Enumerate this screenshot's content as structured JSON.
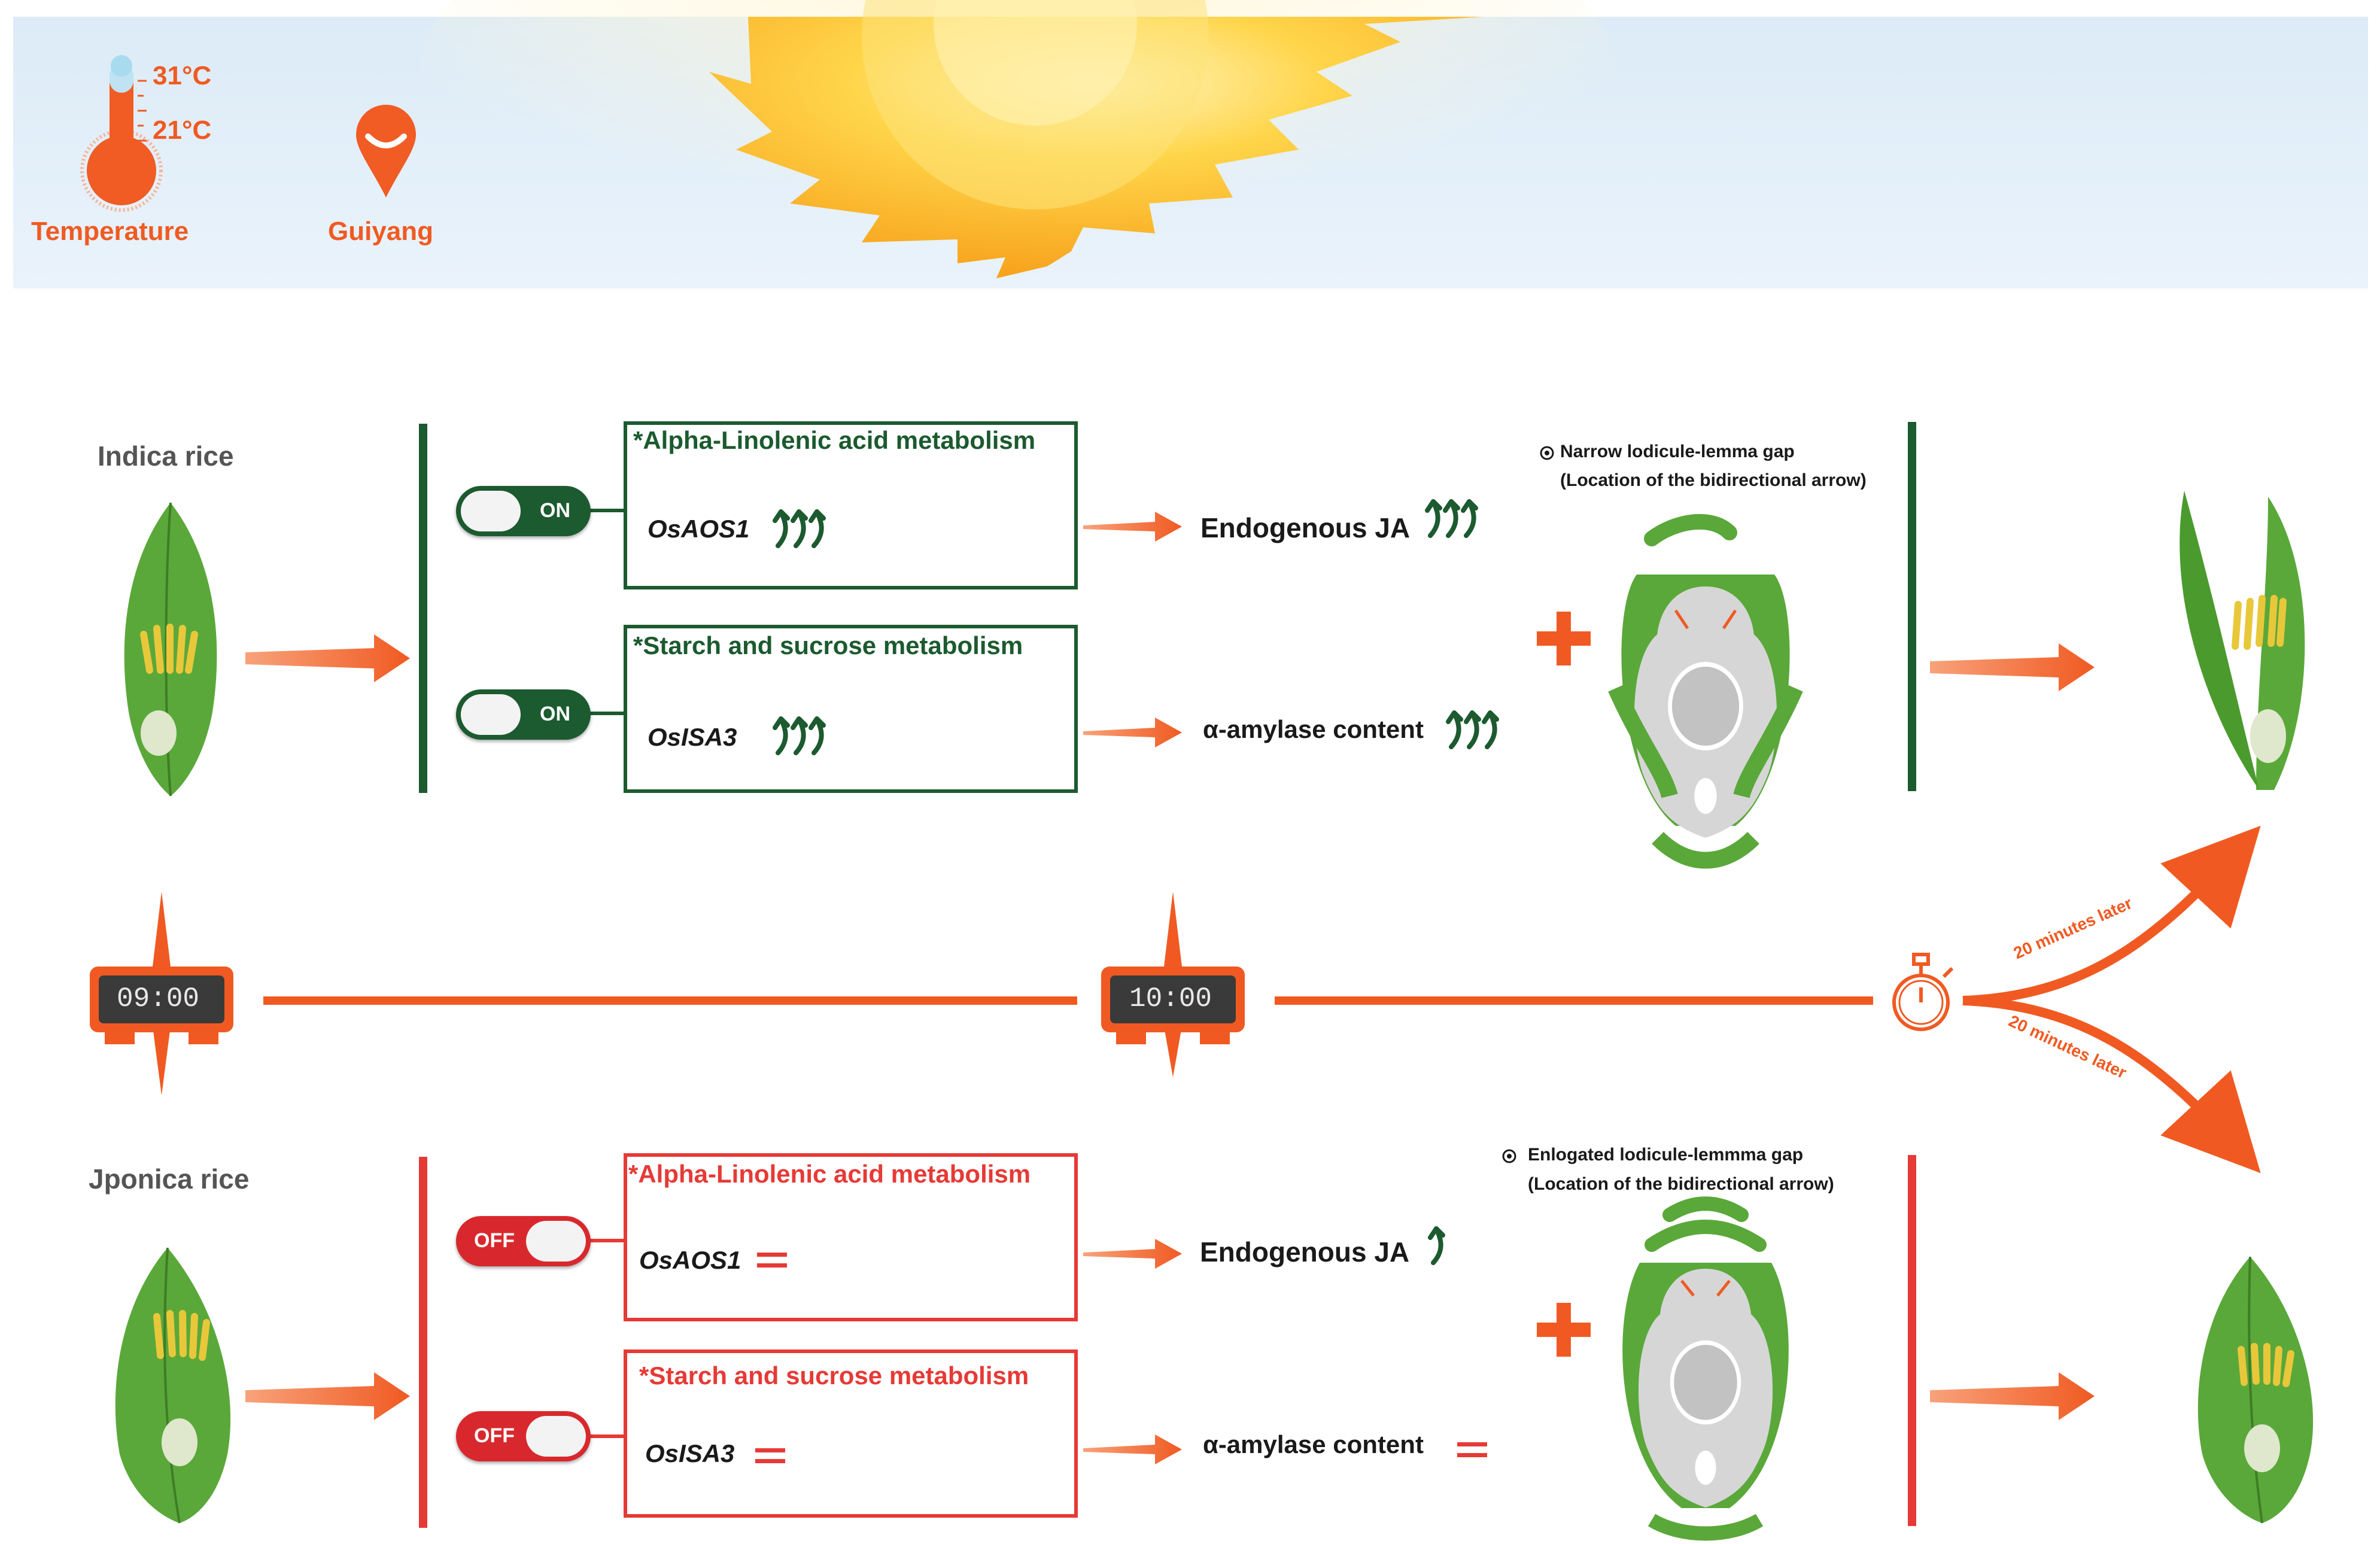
{
  "banner": {
    "temp_high": "31",
    "temp_low": "21",
    "temp_unit": "°C",
    "temperature_label": "Temperature",
    "location_label": "Guiyang"
  },
  "indica": {
    "label": "Indica rice",
    "pathways": [
      {
        "title": "*Alpha-Linolenic acid metabolism",
        "gene": "OsAOS1",
        "toggle": "ON",
        "output": "Endogenous JA",
        "trend": "up"
      },
      {
        "title": "*Starch and sucrose metabolism",
        "gene": "OsISA3",
        "toggle": "ON",
        "output": "α-amylase content",
        "trend": "up"
      }
    ],
    "gap_note_line1": "Narrow lodicule-lemma gap",
    "gap_note_line2": "(Location of the bidirectional arrow)"
  },
  "japonica": {
    "label": "Jponica rice",
    "pathways": [
      {
        "title": "*Alpha-Linolenic acid metabolism",
        "gene": "OsAOS1",
        "toggle": "OFF",
        "output": "Endogenous JA",
        "trend": "slight"
      },
      {
        "title": "*Starch and sucrose metabolism",
        "gene": "OsISA3",
        "toggle": "OFF",
        "output": "α-amylase content",
        "trend": "equal"
      }
    ],
    "gap_note_line1": "Enlogated lodicule-lemmma gap",
    "gap_note_line2": "(Location of the bidirectional arrow)"
  },
  "timeline": {
    "time1": "09:00",
    "time2": "10:00",
    "later_up": "20 minutes later",
    "later_down": "20 minutes later"
  },
  "colors": {
    "orange": "#f05a22",
    "green": "#1c5a2f",
    "red": "#e63a36",
    "leaf": "#5aa83a"
  }
}
